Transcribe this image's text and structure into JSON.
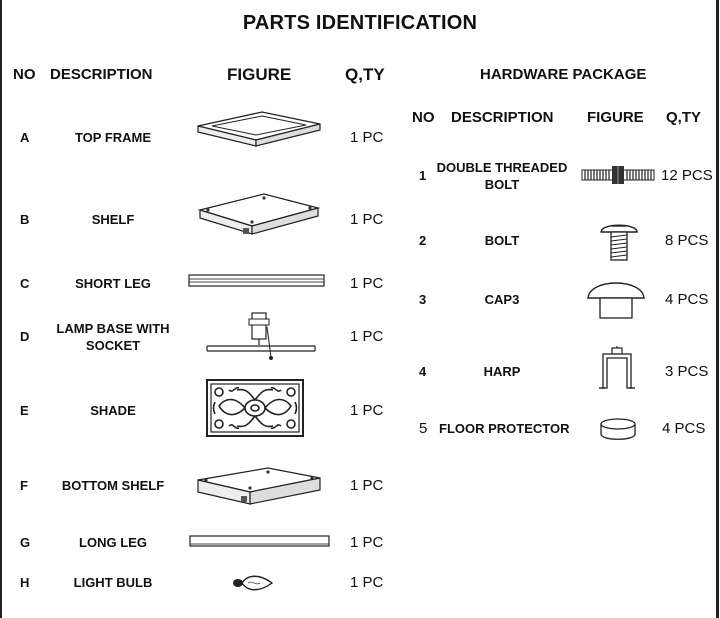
{
  "title": "PARTS IDENTIFICATION",
  "left_table": {
    "headers": {
      "no": "NO",
      "description": "DESCRIPTION",
      "figure": "FIGURE",
      "qty": "Q,TY"
    },
    "rows": [
      {
        "no": "A",
        "description": "TOP FRAME",
        "qty": "1 PC",
        "icon": "top-frame-figure"
      },
      {
        "no": "B",
        "description": "SHELF",
        "qty": "1 PC",
        "icon": "shelf-figure"
      },
      {
        "no": "C",
        "description": "SHORT LEG",
        "qty": "1 PC",
        "icon": "short-leg-figure"
      },
      {
        "no": "D",
        "description": "LAMP BASE WITH SOCKET",
        "qty": "1 PC",
        "icon": "lamp-base-figure"
      },
      {
        "no": "E",
        "description": "SHADE",
        "qty": "1 PC",
        "icon": "shade-figure"
      },
      {
        "no": "F",
        "description": "BOTTOM SHELF",
        "qty": "1 PC",
        "icon": "bottom-shelf-figure"
      },
      {
        "no": "G",
        "description": "LONG LEG",
        "qty": "1 PC",
        "icon": "long-leg-figure"
      },
      {
        "no": "H",
        "description": "LIGHT BULB",
        "qty": "1 PC",
        "icon": "light-bulb-figure"
      }
    ]
  },
  "hardware": {
    "title": "HARDWARE PACKAGE",
    "headers": {
      "no": "NO",
      "description": "DESCRIPTION",
      "figure": "FIGURE",
      "qty": "Q,TY"
    },
    "rows": [
      {
        "no": "1",
        "description": "DOUBLE THREADED BOLT",
        "qty": "12 PCS",
        "icon": "double-threaded-bolt-figure"
      },
      {
        "no": "2",
        "description": "BOLT",
        "qty": "8 PCS",
        "icon": "bolt-figure"
      },
      {
        "no": "3",
        "description": "CAP3",
        "qty": "4 PCS",
        "icon": "cap-figure"
      },
      {
        "no": "4",
        "description": "HARP",
        "qty": "3 PCS",
        "icon": "harp-figure"
      },
      {
        "no": "5",
        "description": "FLOOR PROTECTOR",
        "qty": "4 PCS",
        "icon": "floor-protector-figure"
      }
    ]
  }
}
